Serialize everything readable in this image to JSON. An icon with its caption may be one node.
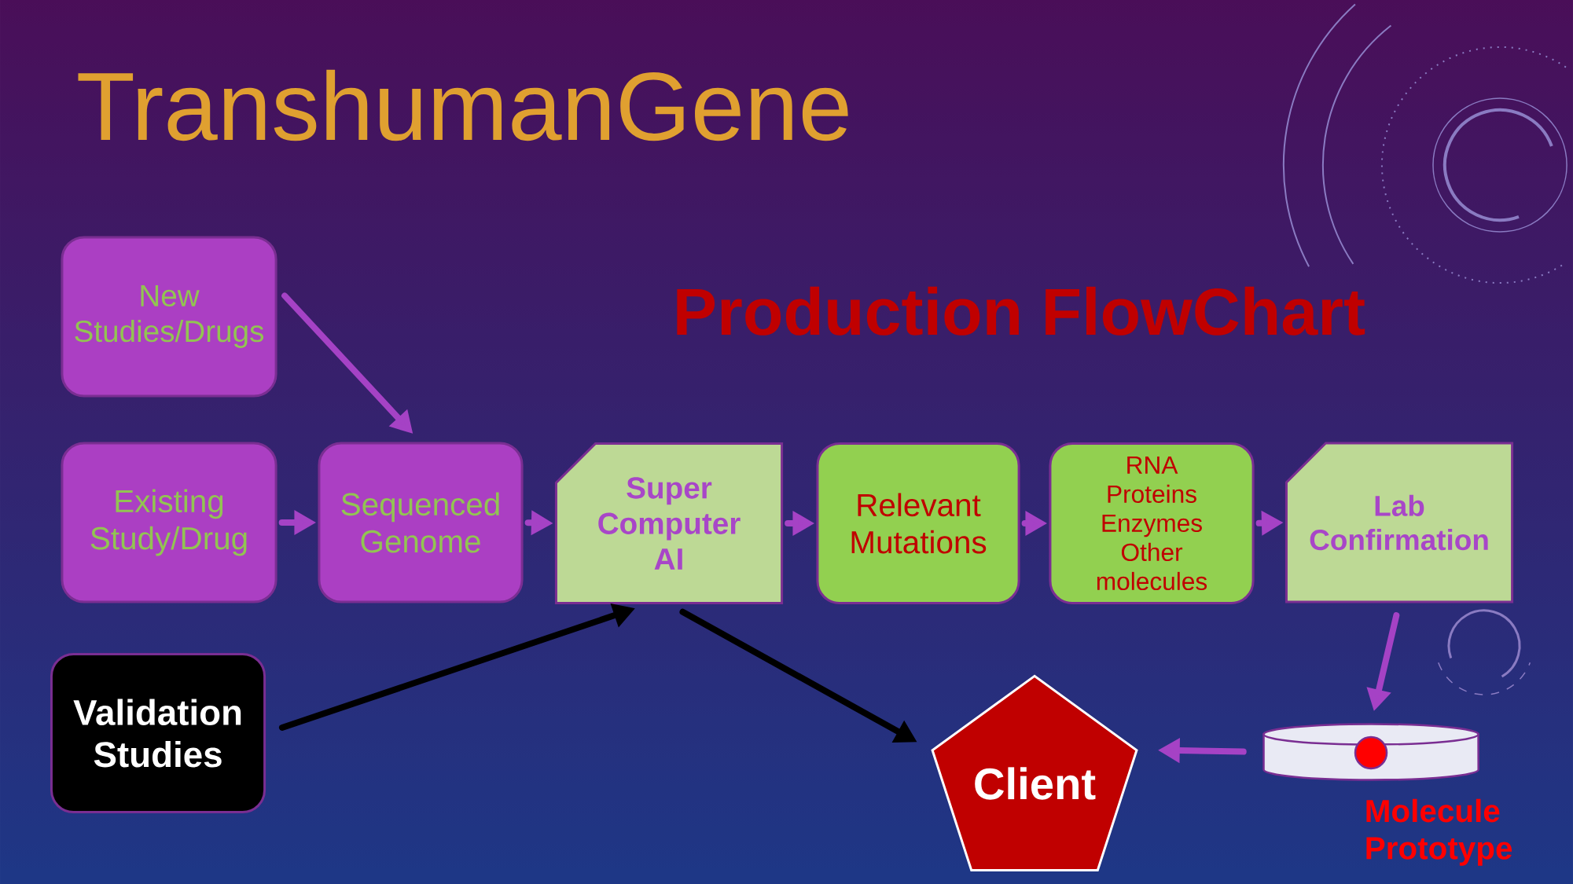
{
  "diagram": {
    "title": "TranshumanGene",
    "nodes": [
      {
        "text": [
          "New Studies/Drugs"
        ]
      },
      {
        "text": [
          "Existing Study/Drug"
        ]
      },
      {
        "text": [
          "Sequenced Genome"
        ]
      },
      {
        "text": [
          "Super Computer AI"
        ]
      },
      {
        "text": [
          "Relevant Mutations"
        ]
      },
      {
        "text": [
          "RNA Proteins Enzymes Other molecules"
        ]
      },
      {
        "text": [
          "Lab Confirmation"
        ]
      },
      {
        "text": [
          "Validation Studies"
        ]
      },
      {
        "text": [
          "Client"
        ]
      },
      {
        "text": [],
        "shape": "cylinder",
        "beside": [
          "Molecule Prototype"
        ]
      }
    ],
    "edges": [
      {
        "from": 0,
        "to": 2,
        "arrow": "to"
      },
      {
        "from": 1,
        "to": 2,
        "arrow": "to"
      },
      {
        "from": 2,
        "to": 3,
        "arrow": "to"
      },
      {
        "from": 3,
        "to": 4,
        "arrow": "to"
      },
      {
        "from": 4,
        "to": 5,
        "arrow": "to"
      },
      {
        "from": 5,
        "to": 6,
        "arrow": "to"
      },
      {
        "from": 6,
        "to": 9,
        "arrow": "to"
      },
      {
        "from": 9,
        "to": 8,
        "arrow": "to"
      },
      {
        "from": 7,
        "to": 3,
        "arrow": "to",
        "color": "#000000"
      },
      {
        "from": 3,
        "to": 8,
        "arrow": "to",
        "color": "#000000"
      }
    ],
    "labels": [
      "Production FlowChart"
    ]
  }
}
